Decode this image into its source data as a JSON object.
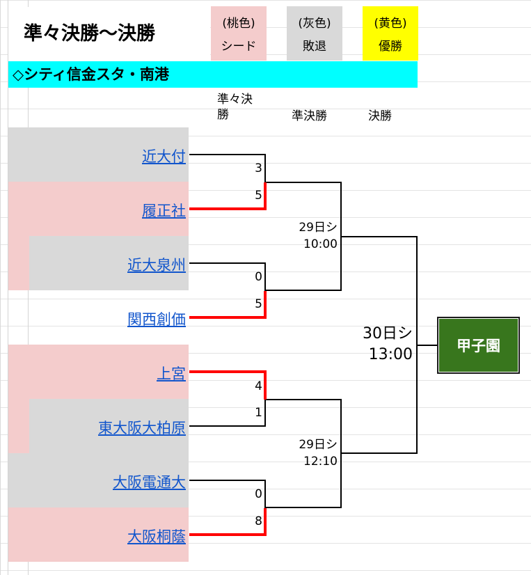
{
  "title": "準々決勝～決勝",
  "legend": [
    {
      "top": "(桃色)",
      "bottom": "シード",
      "color": "#f4cccc"
    },
    {
      "top": "(灰色)",
      "bottom": "敗退",
      "color": "#d9d9d9"
    },
    {
      "top": "(黄色)",
      "bottom": "優勝",
      "color": "#ffff00"
    }
  ],
  "venue": "◇シティ信金スタ・南港",
  "columns": {
    "qf_line1": "準々決",
    "qf_line2": "勝",
    "sf": "準決勝",
    "final": "決勝"
  },
  "teams": [
    "近大付",
    "履正社",
    "近大泉州",
    "関西創価",
    "上宮",
    "東大阪大柏原",
    "大阪電通大",
    "大阪桐蔭"
  ],
  "scores": [
    "3",
    "5",
    "0",
    "5",
    "4",
    "1",
    "0",
    "8"
  ],
  "semis": [
    {
      "line1": "29日シ",
      "line2": "10:00"
    },
    {
      "line1": "29日シ",
      "line2": "12:10"
    }
  ],
  "final": {
    "line1": "30日シ",
    "line2": "13:00"
  },
  "champion_box": "甲子園",
  "colors": {
    "seed": "#f4cccc",
    "eliminated": "#d9d9d9",
    "champion": "#ffff00",
    "winner_line": "#ff0000",
    "banner": "#00ffff",
    "champ_box": "#38761d"
  }
}
